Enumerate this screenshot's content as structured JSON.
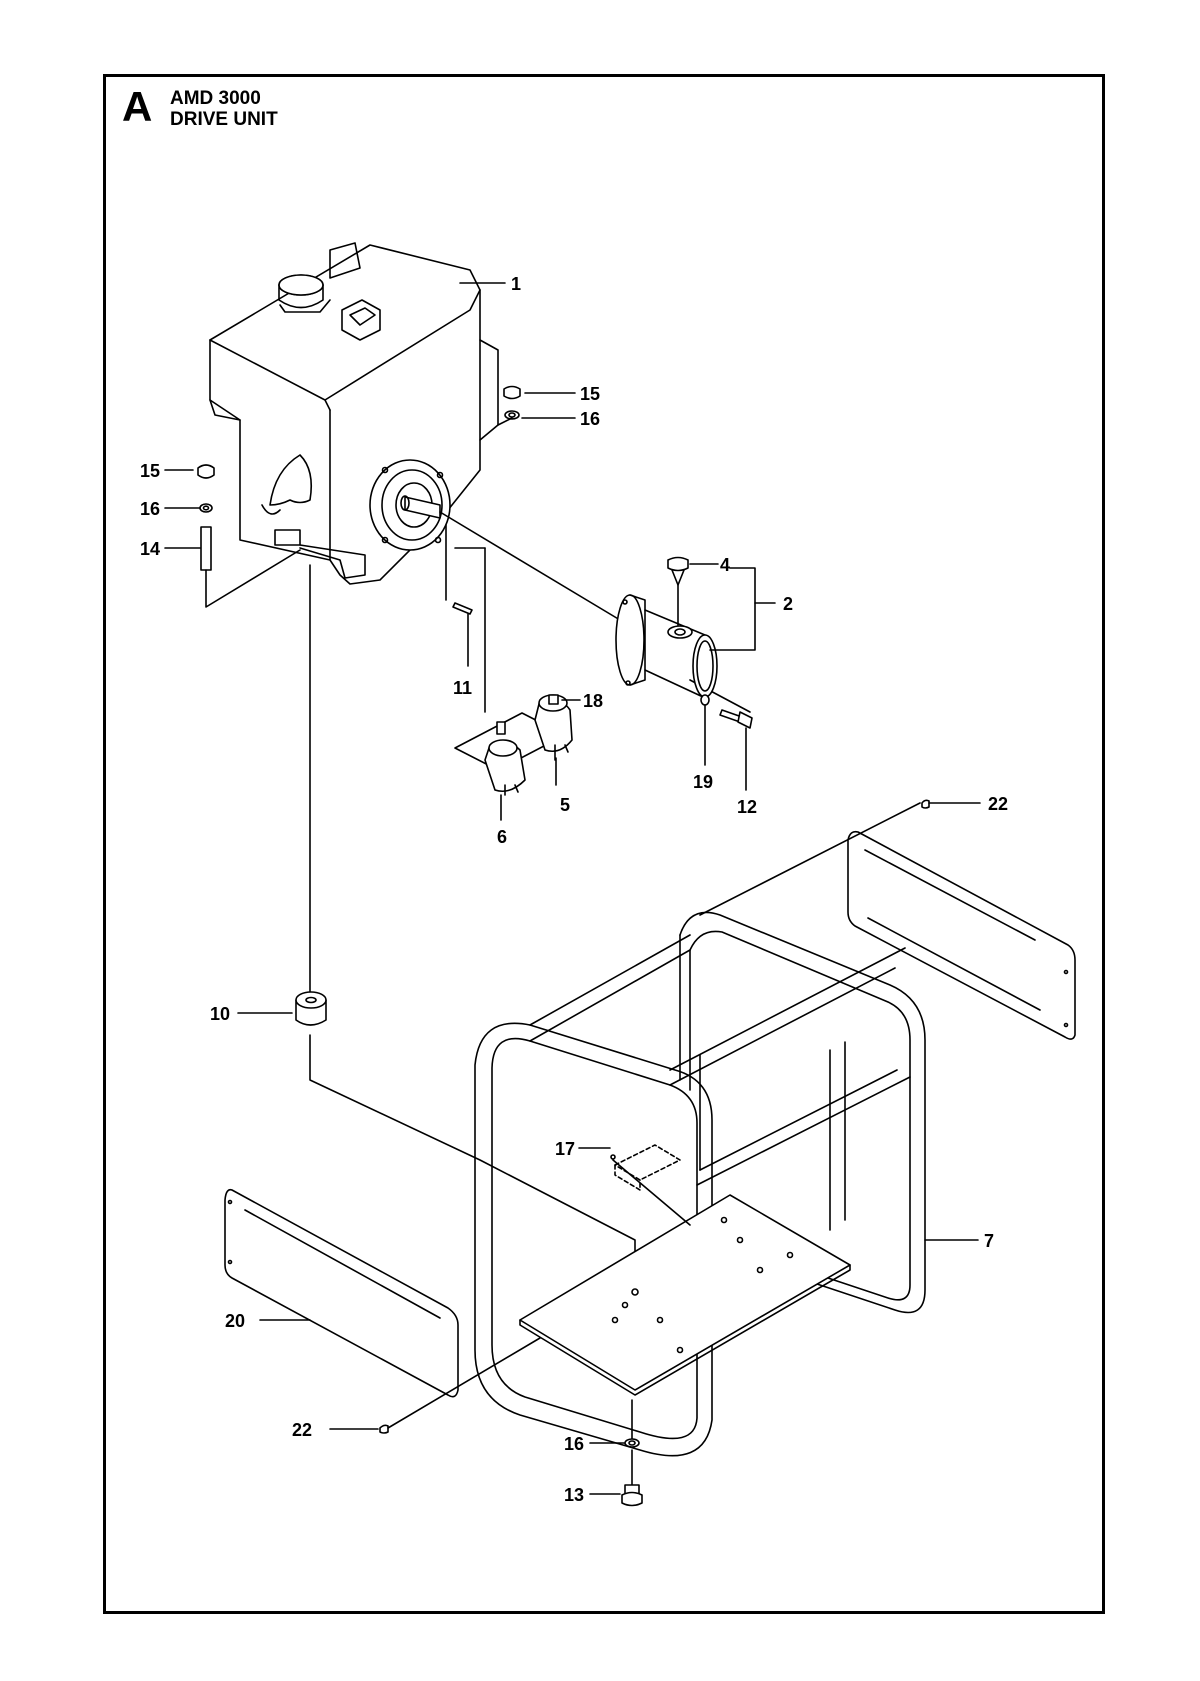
{
  "header": {
    "section_letter": "A",
    "title_line_1": "AMD 3000",
    "title_line_2": "DRIVE UNIT"
  },
  "callouts": [
    {
      "id": "c1",
      "label": "1"
    },
    {
      "id": "c15a",
      "label": "15"
    },
    {
      "id": "c16a",
      "label": "16"
    },
    {
      "id": "c15b",
      "label": "15"
    },
    {
      "id": "c16b",
      "label": "16"
    },
    {
      "id": "c14",
      "label": "14"
    },
    {
      "id": "c4",
      "label": "4"
    },
    {
      "id": "c2",
      "label": "2"
    },
    {
      "id": "c11",
      "label": "11"
    },
    {
      "id": "c18",
      "label": "18"
    },
    {
      "id": "c19",
      "label": "19"
    },
    {
      "id": "c12",
      "label": "12"
    },
    {
      "id": "c5",
      "label": "5"
    },
    {
      "id": "c6",
      "label": "6"
    },
    {
      "id": "c22a",
      "label": "22"
    },
    {
      "id": "c10",
      "label": "10"
    },
    {
      "id": "c17",
      "label": "17"
    },
    {
      "id": "c7",
      "label": "7"
    },
    {
      "id": "c20",
      "label": "20"
    },
    {
      "id": "c22b",
      "label": "22"
    },
    {
      "id": "c16c",
      "label": "16"
    },
    {
      "id": "c13",
      "label": "13"
    }
  ]
}
